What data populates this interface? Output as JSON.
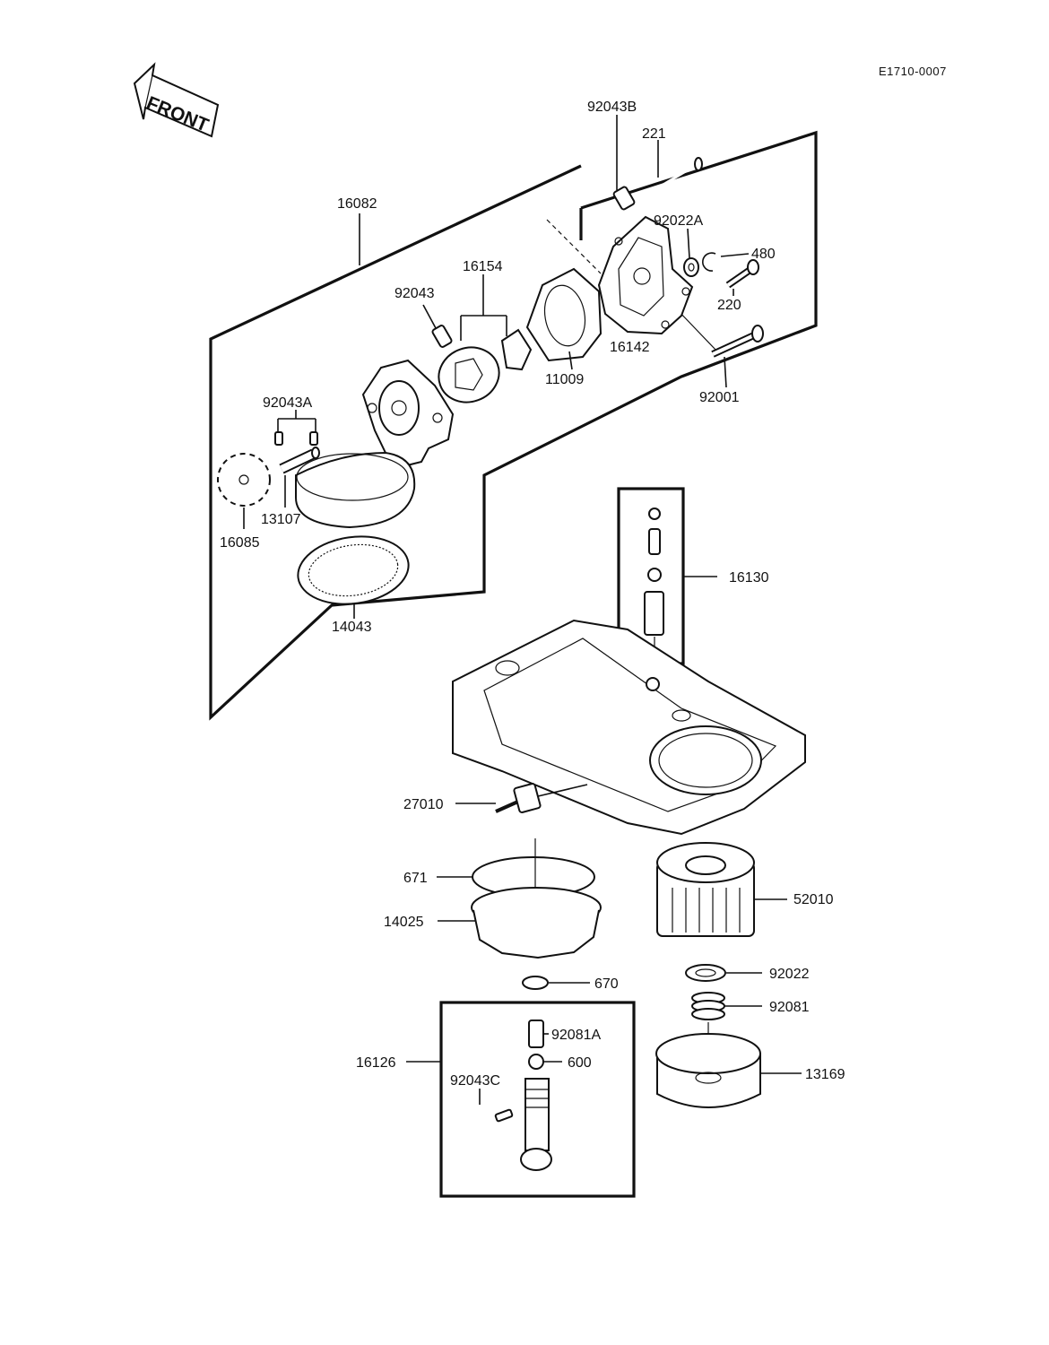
{
  "diagram_code": "E1710-0007",
  "front_label": "FRONT",
  "parts": {
    "p16082": "16082",
    "p92043B": "92043B",
    "p221": "221",
    "p92022A": "92022A",
    "p480": "480",
    "p220": "220",
    "p92043": "92043",
    "p16154": "16154",
    "p16142": "16142",
    "p11009": "11009",
    "p92001": "92001",
    "p92043A": "92043A",
    "p13107": "13107",
    "p16085": "16085",
    "p14043": "14043",
    "p16130": "16130",
    "p27010": "27010",
    "p671": "671",
    "p14025": "14025",
    "p52010": "52010",
    "p670": "670",
    "p92022": "92022",
    "p92081": "92081",
    "p16126": "16126",
    "p92081A": "92081A",
    "p600": "600",
    "p92043C": "92043C",
    "p13169": "13169"
  }
}
